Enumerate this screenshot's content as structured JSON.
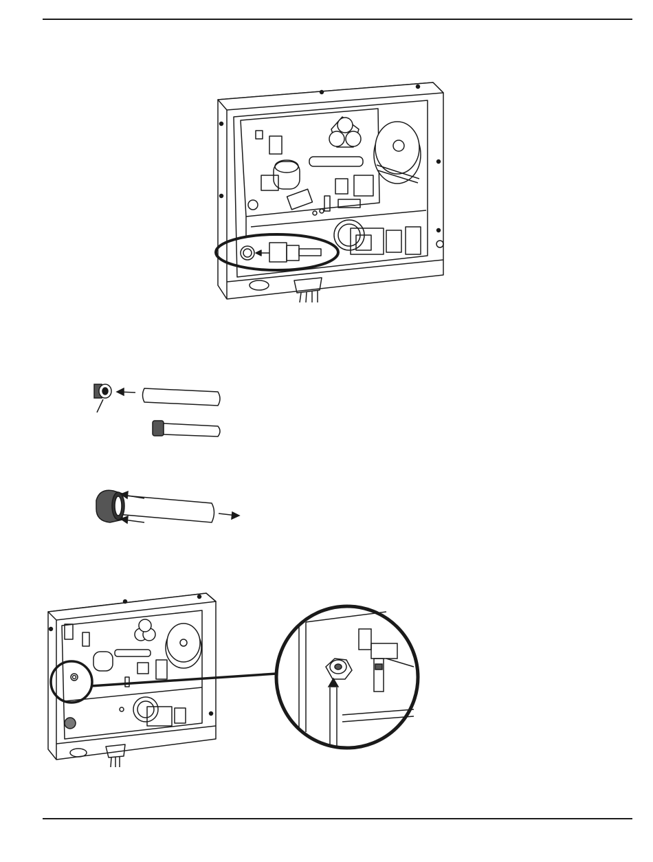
{
  "page": {
    "background": "#ffffff",
    "ink": "#1a1a1a",
    "figures": [
      {
        "id": "fig-1",
        "subject": "control-box-with-highlighted-fitting"
      },
      {
        "id": "fig-2",
        "subject": "tube-and-nut-removal"
      },
      {
        "id": "fig-3",
        "subject": "nut-pull-off-tube"
      },
      {
        "id": "fig-4",
        "subject": "control-box-with-magnified-fitting"
      }
    ]
  }
}
